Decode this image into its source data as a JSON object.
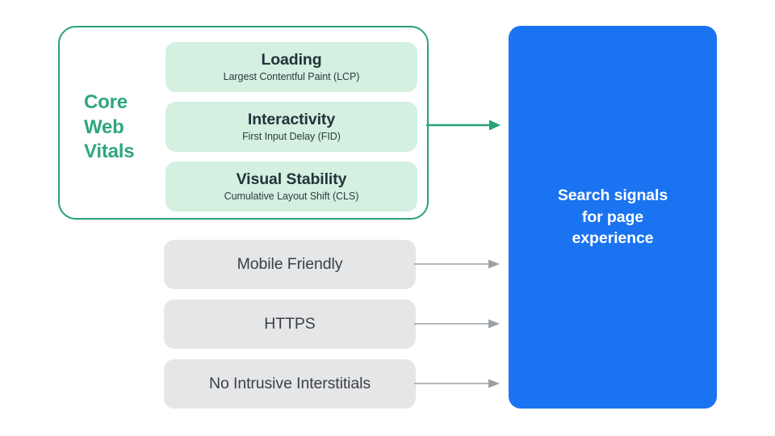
{
  "diagram": {
    "title": "Search signals for page experience",
    "colors": {
      "green_accent": "#2ea77c",
      "green_border": "#27a17c",
      "green_pill_bg": "#d3f0e0",
      "gray_box_bg": "#e5e6e8",
      "gray_arrow": "#9aa0a6",
      "blue_box_bg": "#1a73f0",
      "dark_text": "#23333a",
      "gray_text": "#3c4043",
      "white_text": "#ffffff",
      "page_bg": "#ffffff"
    },
    "core_web_vitals": {
      "group_label": "Core\nWeb\nVitals",
      "group_label_lines": [
        "Core",
        "Web",
        "Vitals"
      ],
      "metrics": [
        {
          "title": "Loading",
          "subtitle": "Largest Contentful Paint (LCP)"
        },
        {
          "title": "Interactivity",
          "subtitle": "First Input Delay (FID)"
        },
        {
          "title": "Visual Stability",
          "subtitle": "Cumulative Layout Shift (CLS)"
        }
      ]
    },
    "other_signals": [
      {
        "label": "Mobile Friendly"
      },
      {
        "label": "HTTPS"
      },
      {
        "label": "No Intrusive Interstitials"
      }
    ],
    "destination": {
      "text": "Search signals\nfor page\nexperience",
      "text_lines": [
        "Search signals",
        "for page",
        "experience"
      ]
    },
    "connectors": [
      {
        "name": "core-web-vitals-arrow",
        "color": "#27a17c"
      },
      {
        "name": "mobile-friendly-arrow",
        "color": "#9aa0a6"
      },
      {
        "name": "https-arrow",
        "color": "#9aa0a6"
      },
      {
        "name": "no-intrusive-interstitials-arrow",
        "color": "#9aa0a6"
      }
    ]
  }
}
